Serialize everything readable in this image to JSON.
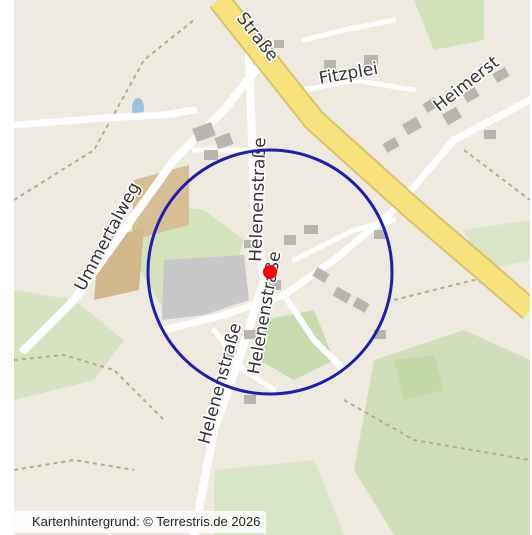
{
  "map": {
    "streets": {
      "strasse": "Straße",
      "fitzplei": "Fitzplei",
      "heimerst": "Heimerst",
      "ummertalweg": "Ummertalweg",
      "helenenstrasse_north": "Helenenstraße",
      "helenenstrasse_mid": "Helenenstraße",
      "helenenstrasse_south": "Helenenstraße"
    },
    "colors": {
      "background": "#efeae0",
      "main_road": "#f7e27d",
      "main_road_casing": "#d8c36a",
      "minor_road": "#ffffff",
      "green": "#c8dcb0",
      "field": "#d6bf95",
      "building": "#b8b4ae",
      "search_circle": "#1e1eb4",
      "location_marker": "#ff0000",
      "water": "#9cc1dd"
    },
    "markers": [
      {
        "name": "location-marker",
        "icon": "red-dot-icon"
      }
    ]
  },
  "attribution": {
    "text": "Kartenhintergrund: © Terrestris.de 2026"
  }
}
